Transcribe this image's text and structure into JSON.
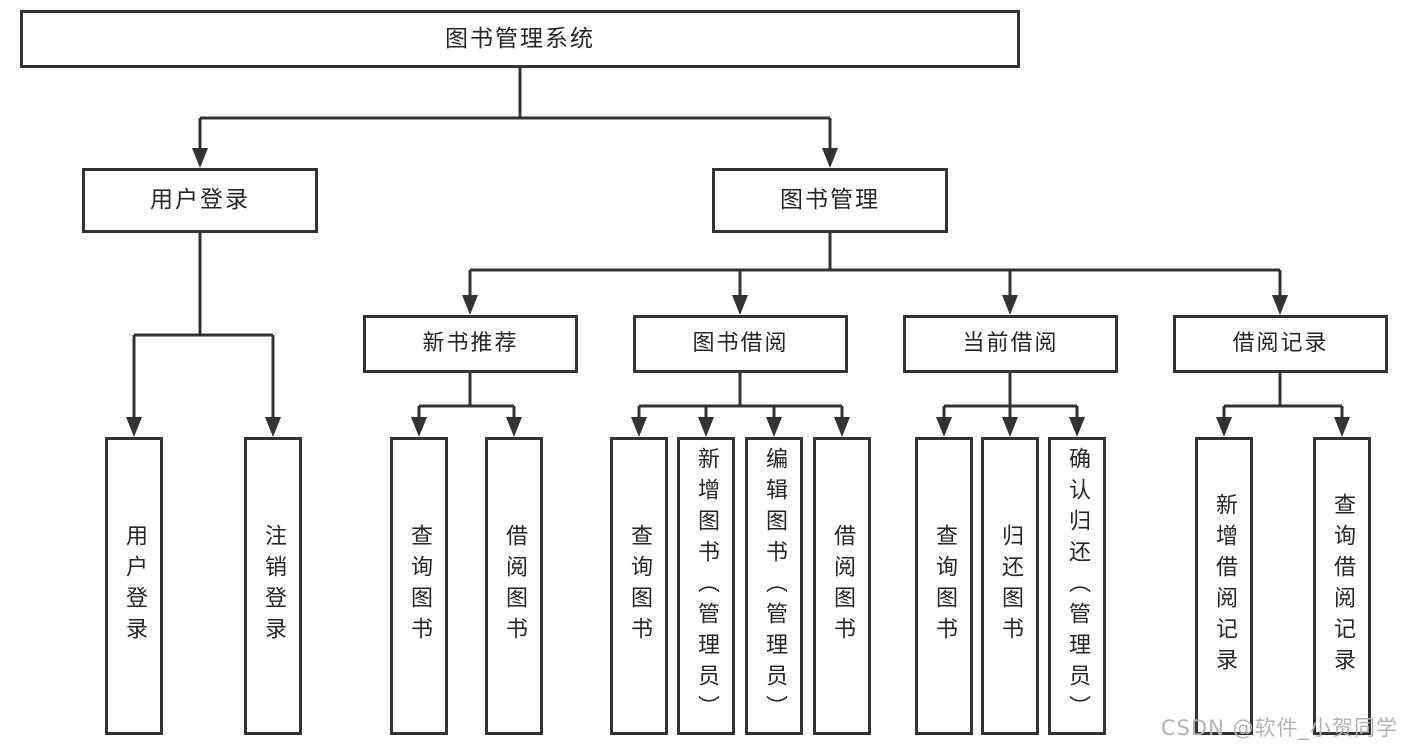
{
  "diagram": {
    "root": "图书管理系统",
    "level1": [
      "用户登录",
      "图书管理"
    ],
    "login_features": [
      "用户登录",
      "注销登录"
    ],
    "modules": [
      {
        "label": "新书推荐",
        "features": [
          "查询图书",
          "借阅图书"
        ]
      },
      {
        "label": "图书借阅",
        "features": [
          "查询图书",
          "新增图书（管理员）",
          "编辑图书（管理员）",
          "借阅图书"
        ]
      },
      {
        "label": "当前借阅",
        "features": [
          "查询图书",
          "归还图书",
          "确认归还（管理员）"
        ]
      },
      {
        "label": "借阅记录",
        "features": [
          "新增借阅记录",
          "查询借阅记录"
        ]
      }
    ]
  },
  "watermark": "CSDN @软件_小贺同学",
  "colors": {
    "line": "#333333",
    "text": "#262626",
    "watermark": "#b3b3b3",
    "background": "#ffffff"
  }
}
